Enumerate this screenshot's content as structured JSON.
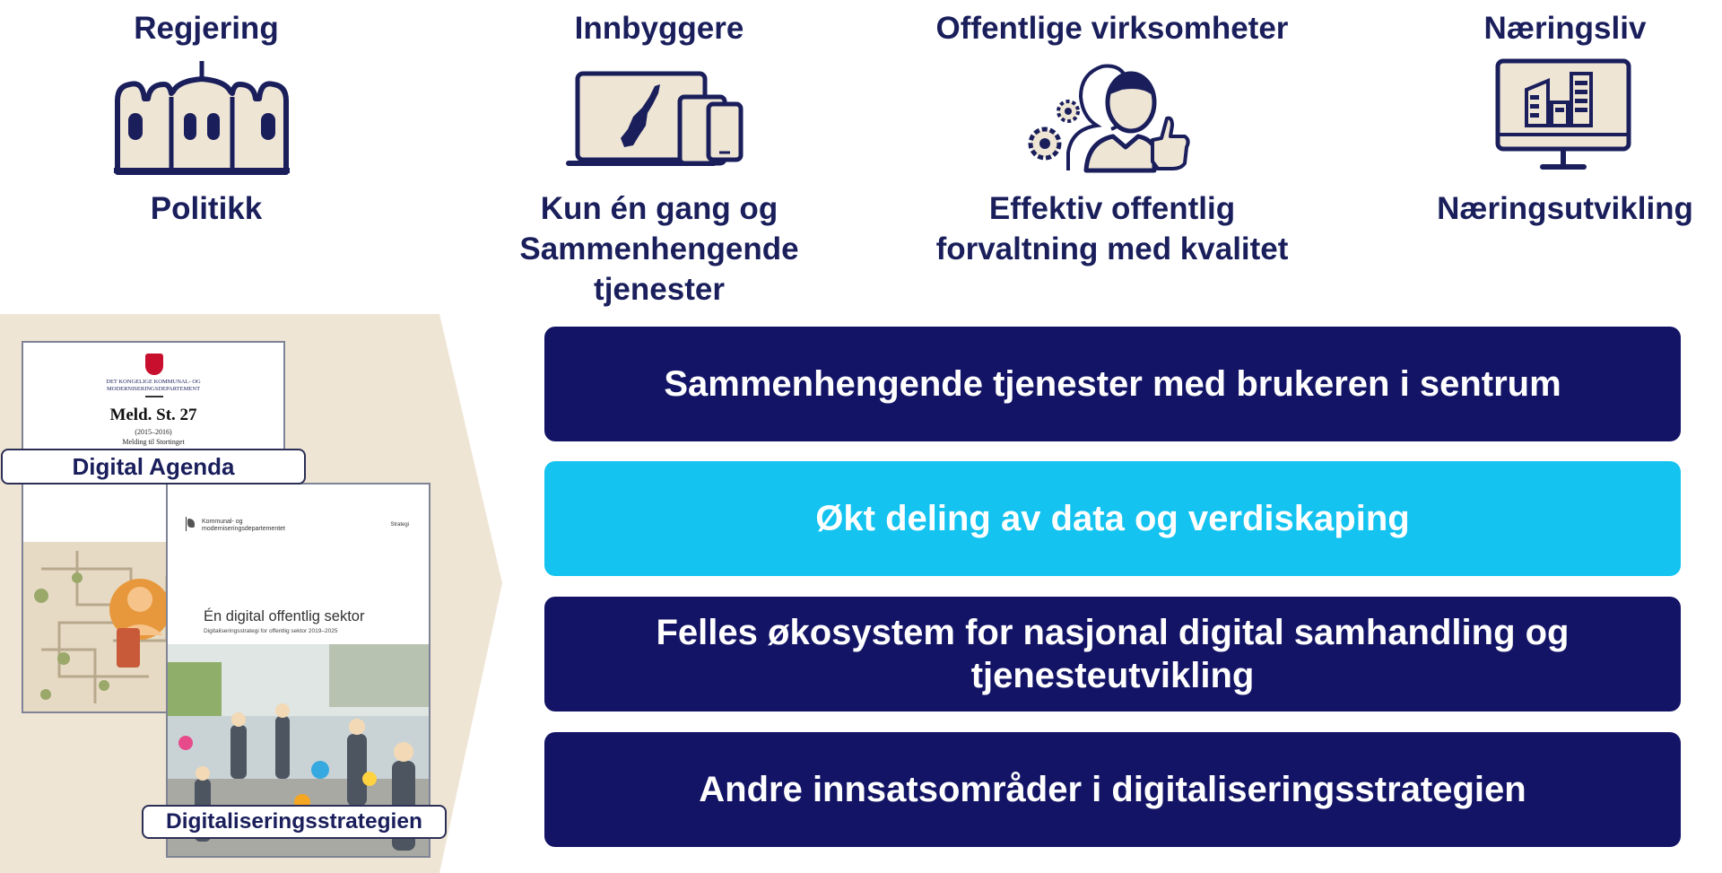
{
  "stakeholders": [
    {
      "title": "Regjering",
      "icon": "government-building-icon",
      "description": "Politikk"
    },
    {
      "title": "Innbyggere",
      "icon": "devices-norway-map-icon",
      "description": "Kun én gang og\nSammenhengende tjenester"
    },
    {
      "title": "Offentlige virksomheter",
      "icon": "person-gears-thumbs-up-icon",
      "description": "Effektiv offentlig\nforvaltning med kvalitet"
    },
    {
      "title": "Næringsliv",
      "icon": "monitor-buildings-icon",
      "description": "Næringsutvikling"
    }
  ],
  "documents": {
    "report": {
      "dept": "DET KONGELIGE KOMMUNAL- OG\nMODERNISERINGSDEPARTEMENT",
      "title": "Meld. St. 27",
      "years": "(2015–2016)",
      "subtitle": "Melding til Stortinget",
      "label": "Digital Agenda"
    },
    "strategy": {
      "dept": "Kommunal- og\nmoderniseringsdepartementet",
      "tag": "Strategi",
      "title": "Én digital offentlig sektor",
      "subtitle": "Digitaliseringsstrategi for offentlig sektor 2019–2025",
      "label": "Digitaliseringsstrategien"
    }
  },
  "focus_areas": [
    {
      "text": "Sammenhengende tjenester med brukeren i sentrum",
      "color": "#131466"
    },
    {
      "text": "Økt deling av data og verdiskaping",
      "color": "#14c3f0"
    },
    {
      "text": "Felles økosystem for nasjonal digital samhandling og\ntjenesteutvikling",
      "color": "#131466"
    },
    {
      "text": "Andre innsatsområder i digitaliseringsstrategien",
      "color": "#131466"
    }
  ],
  "colors": {
    "navy": "#1a1f5c",
    "beige": "#efe5d5",
    "cyan": "#14c3f0",
    "dark_bar": "#131466"
  }
}
